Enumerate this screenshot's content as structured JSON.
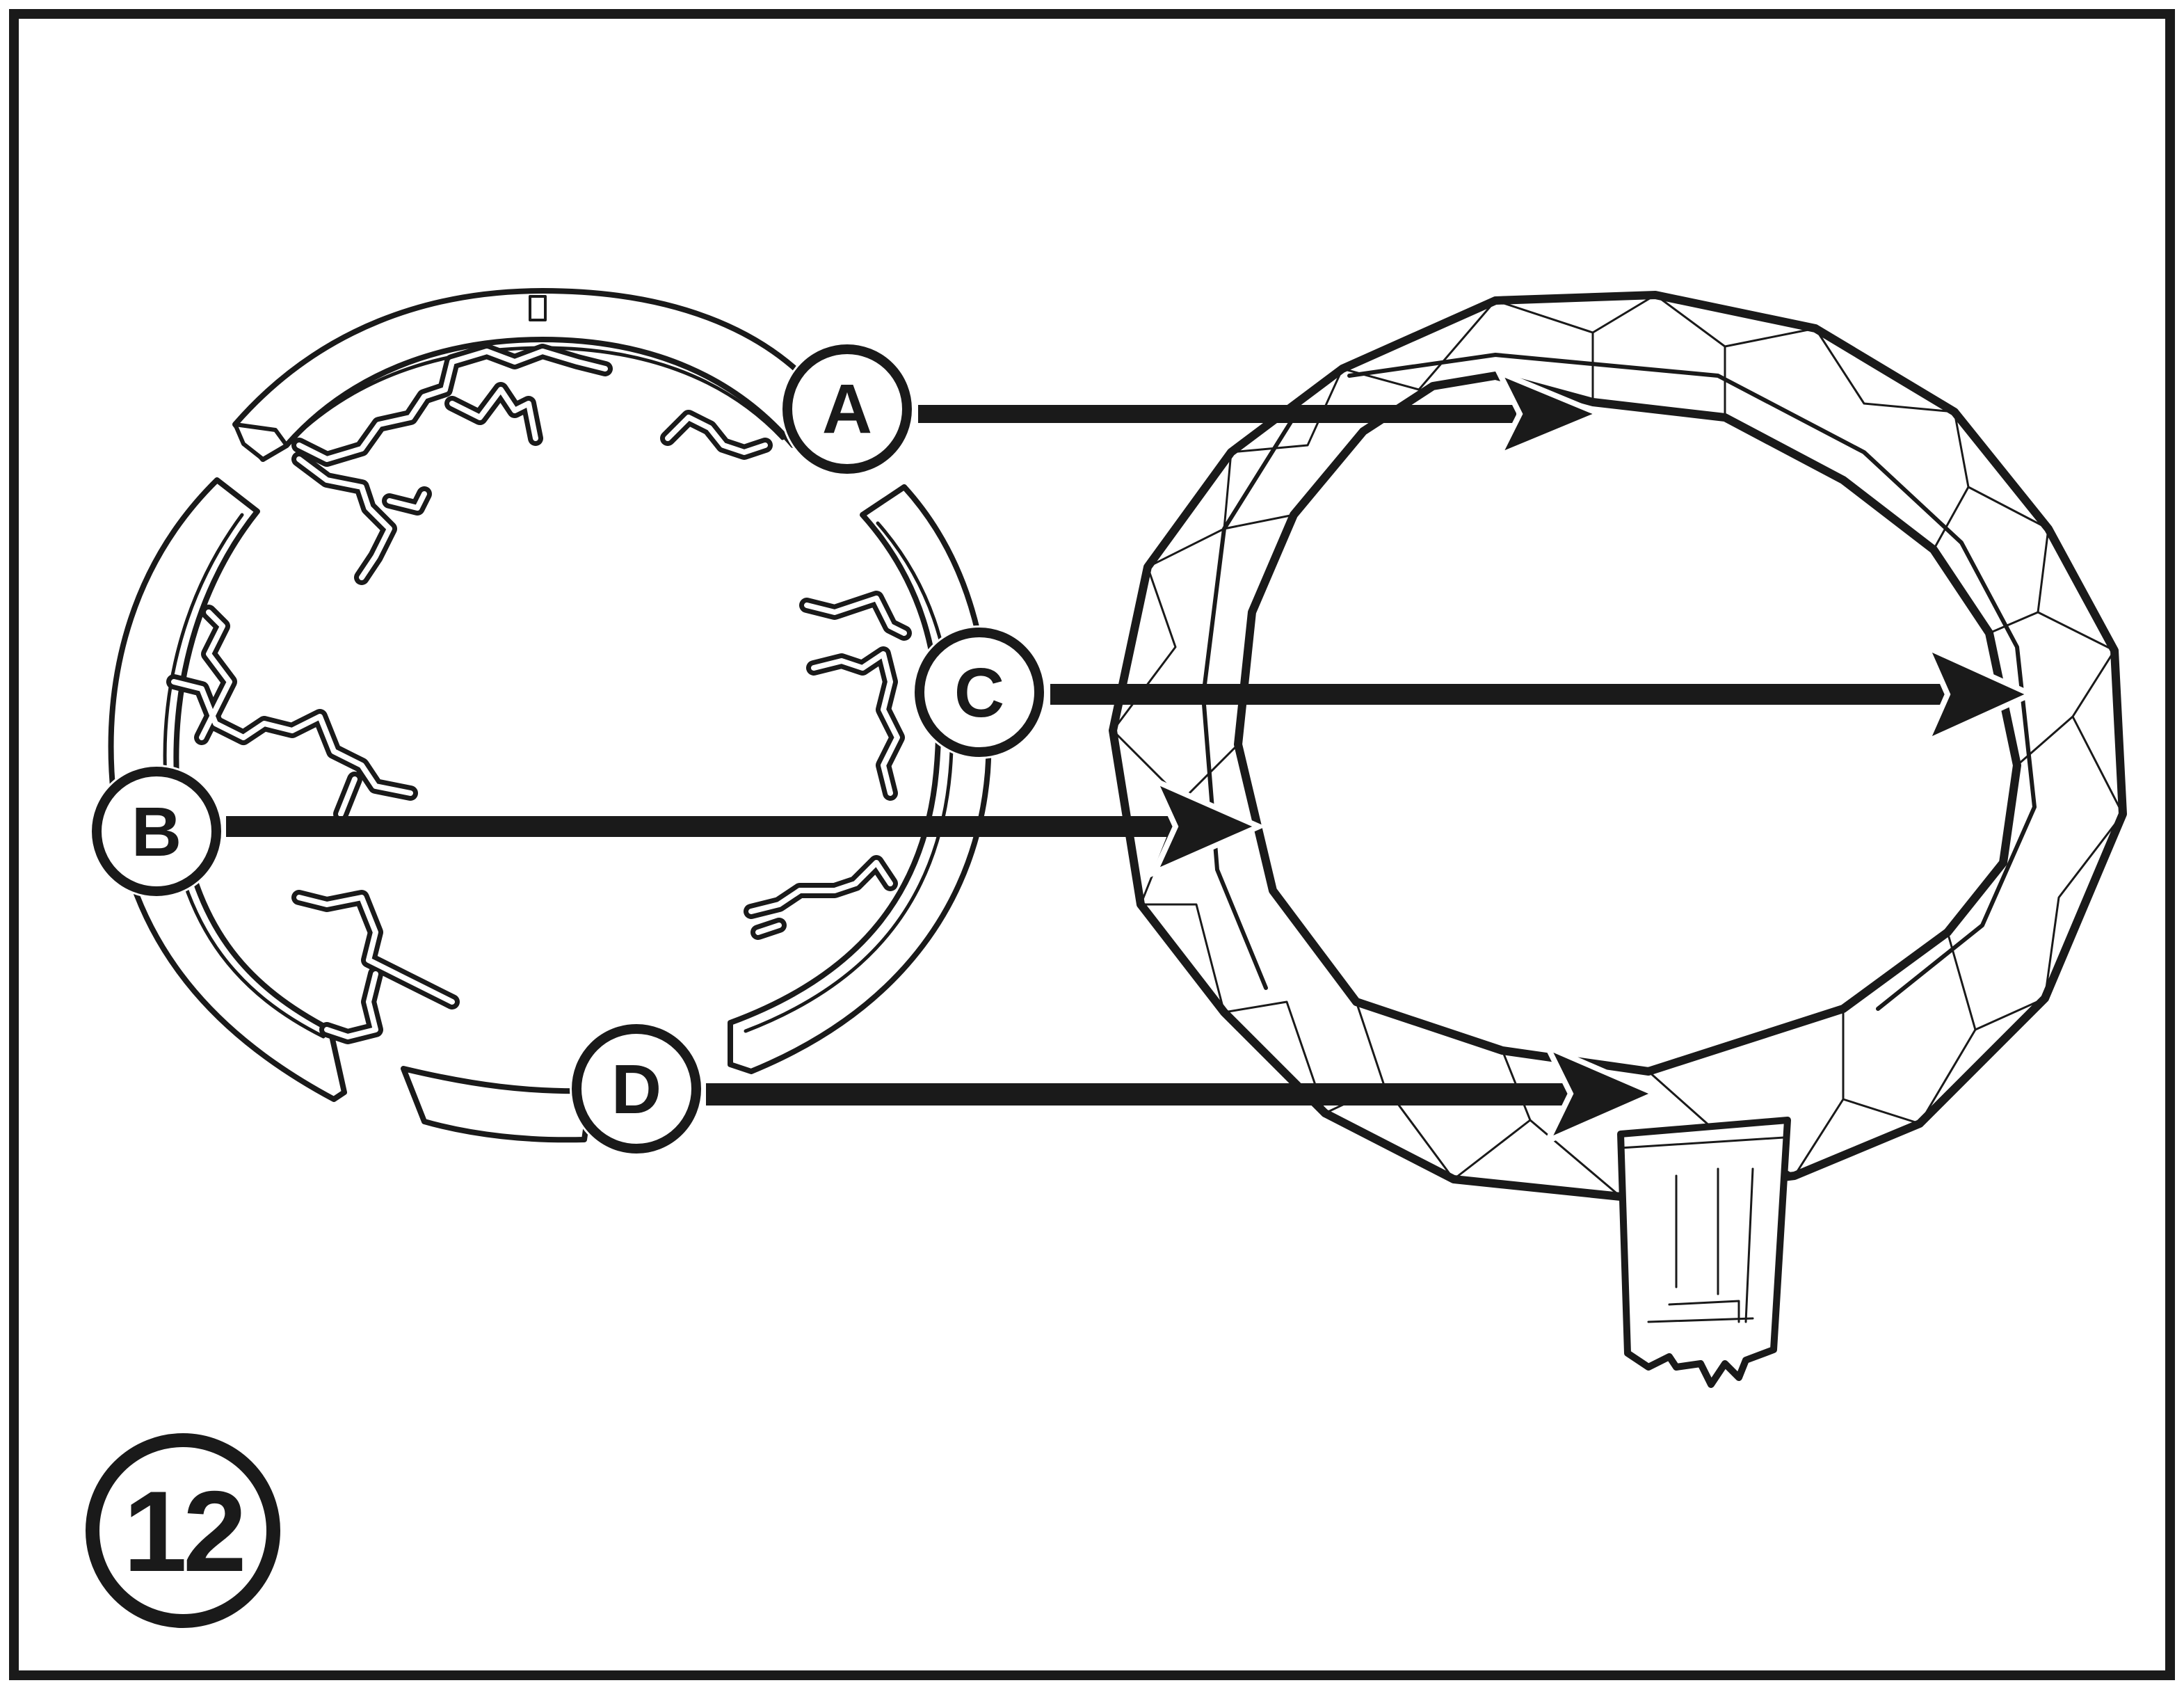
{
  "step_number": "12",
  "callouts": {
    "a": "A",
    "b": "B",
    "c": "C",
    "d": "D"
  },
  "colors": {
    "ink": "#1a1a1a",
    "paper": "#ffffff"
  }
}
